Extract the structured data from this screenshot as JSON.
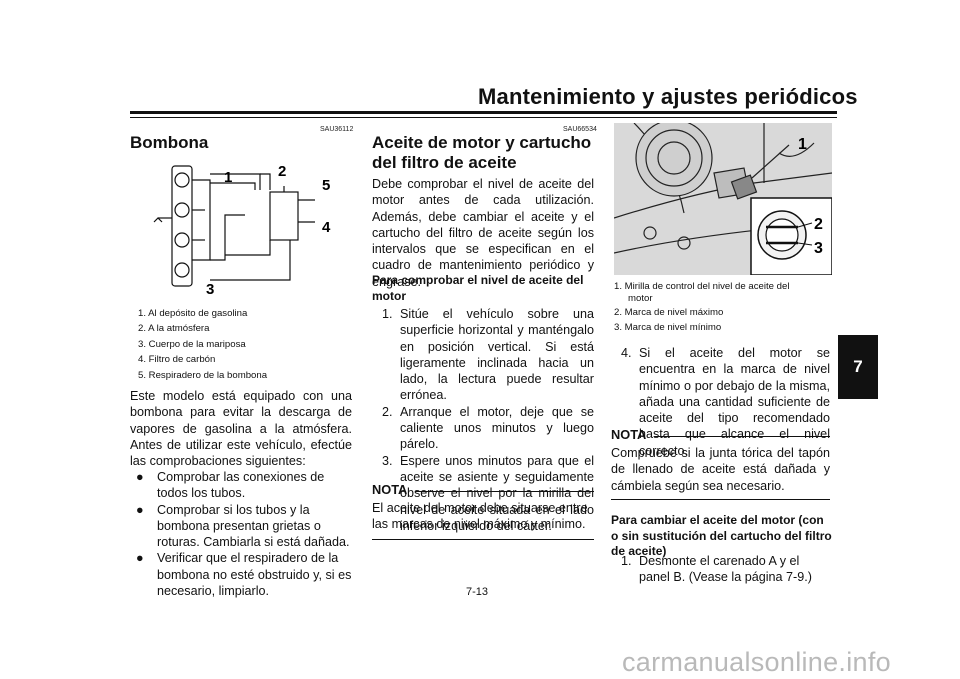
{
  "header": {
    "title": "Mantenimiento y ajustes periódicos",
    "chapter_tab": "7"
  },
  "col1": {
    "code": "SAU36112",
    "title": "Bombona",
    "diagram_labels": [
      "1",
      "2",
      "5",
      "4",
      "3"
    ],
    "legend": [
      "1.  Al depósito de gasolina",
      "2.  A la atmósfera",
      "3.  Cuerpo de la mariposa",
      "4.  Filtro de carbón",
      "5.  Respiradero de la bombona"
    ],
    "intro": "Este modelo está equipado con una bombona para evitar la descarga de vapores de gasolina a la atmósfera. Antes de utilizar este vehículo, efectúe las comprobaciones siguientes:",
    "bullets": [
      "Comprobar las conexiones de todos los tubos.",
      "Comprobar si los tubos y la bombona presentan grietas o roturas. Cambiarla si está dañada.",
      "Verificar que el respiradero de la bombona no esté obstruido y, si es necesario, limpiarlo."
    ],
    "bullet_symbol": "●"
  },
  "col2": {
    "code": "SAU66534",
    "title": "Aceite de motor y cartucho del filtro de aceite",
    "intro": "Debe comprobar el nivel de aceite del motor antes de cada utilización. Además, debe cambiar el aceite y el cartucho del filtro de aceite según los intervalos que se especifican en el cuadro de mantenimiento periódico y engrase.",
    "subheading": "Para comprobar el nivel de aceite del motor",
    "steps": [
      {
        "n": "1.",
        "text": "Sitúe el vehículo sobre una superficie horizontal y manténgalo en posición vertical. Si está ligeramente inclinada hacia un lado, la lectura puede resultar errónea."
      },
      {
        "n": "2.",
        "text": "Arranque el motor, deje que se caliente unos minutos y luego párelo."
      },
      {
        "n": "3.",
        "text": "Espere unos minutos para que el aceite se asiente y seguidamente observe el nivel por la mirilla del nivel de aceite situada en el lado inferior izquierdo del cárter."
      }
    ],
    "nota_label": "NOTA",
    "nota_text": "El aceite del motor debe situarse entre las marcas de nivel máximo y mínimo."
  },
  "col3": {
    "photo_labels": [
      "1",
      "2",
      "3"
    ],
    "legend": [
      "1.  Mirilla de control del nivel de aceite del",
      "motor",
      "2.  Marca de nivel máximo",
      "3.  Marca de nivel mínimo"
    ],
    "step4": {
      "n": "4.",
      "text": "Si el aceite del motor se encuentra en la marca de nivel mínimo o por debajo de la misma, añada una cantidad suficiente de aceite del tipo recomendado hasta que alcance el nivel correcto."
    },
    "nota_label": "NOTA",
    "nota_text": "Compruebe si la junta tórica del tapón de llenado de aceite está dañada y cámbiela según sea necesario.",
    "subheading": "Para cambiar el aceite del motor (con o sin sustitución del cartucho del filtro de aceite)",
    "step1": {
      "n": "1.",
      "text": "Desmonte el carenado A y el panel B. (Vease la página  7-9.)"
    }
  },
  "footer": {
    "page": "7-13",
    "watermark": "carmanualsonline.info"
  }
}
